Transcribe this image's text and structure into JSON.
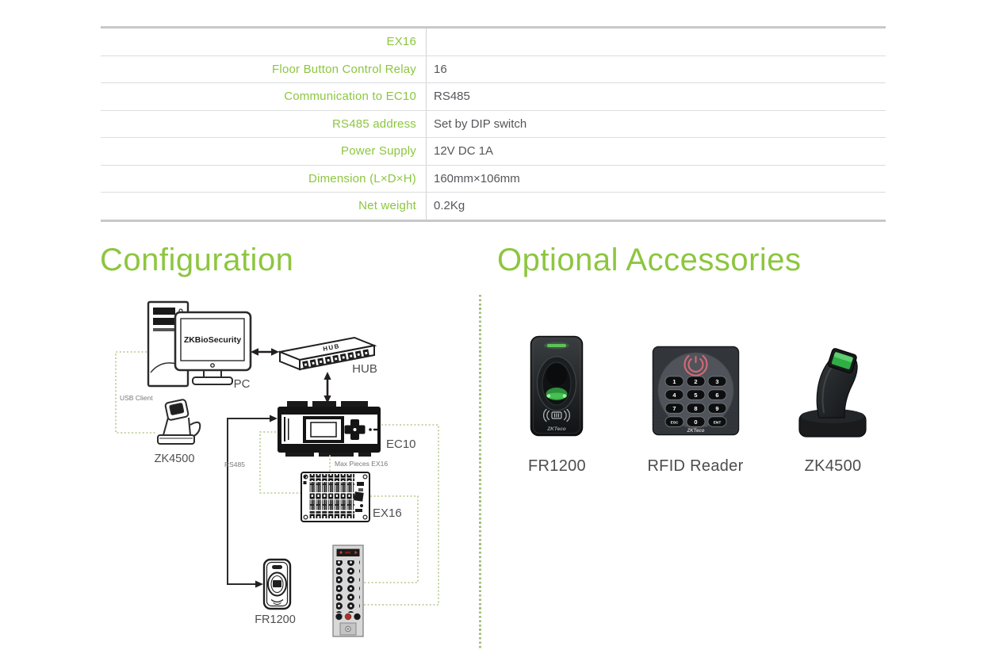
{
  "colors": {
    "brand_green": "#8cc63f",
    "dotted_line_green": "#b3c98b",
    "table_value_gray": "#55565a",
    "diagram_line_black": "#2b2b2b",
    "accessory_label_gray": "#4c4d4f",
    "rfid_icon_red": "#d96a77",
    "sensor_green": "#2fae44"
  },
  "spec_table": {
    "rows": [
      {
        "label": "EX16",
        "value": ""
      },
      {
        "label": "Floor Button Control Relay",
        "value": "16"
      },
      {
        "label": "Communication to EC10",
        "value": "RS485"
      },
      {
        "label": "RS485 address",
        "value": "Set by DIP switch"
      },
      {
        "label": "Power Supply",
        "value": "12V DC 1A"
      },
      {
        "label": "Dimension  (L×D×H)",
        "value": "160mm×106mm"
      },
      {
        "label": "Net weight",
        "value": "0.2Kg"
      }
    ]
  },
  "sections": {
    "configuration_title": "Configuration",
    "accessories_title": "Optional Accessories"
  },
  "diagram": {
    "labels": {
      "screen_text": "ZKBioSecurity",
      "pc": "PC",
      "hub": "HUB",
      "ec10": "EC10",
      "ex16": "EX16",
      "zk4500": "ZK4500",
      "fr1200": "FR1200",
      "usb_client": "USB Client",
      "rs485": "RS485",
      "max_pieces": "Max Pieces EX16"
    }
  },
  "accessories": {
    "items": [
      {
        "name": "FR1200"
      },
      {
        "name": "RFID Reader"
      },
      {
        "name": "ZK4500"
      }
    ],
    "rfid_keys": [
      "1",
      "2",
      "3",
      "4",
      "5",
      "6",
      "7",
      "8",
      "9",
      "ESC",
      "0",
      "ENT"
    ],
    "logo": "ZKTeco"
  }
}
